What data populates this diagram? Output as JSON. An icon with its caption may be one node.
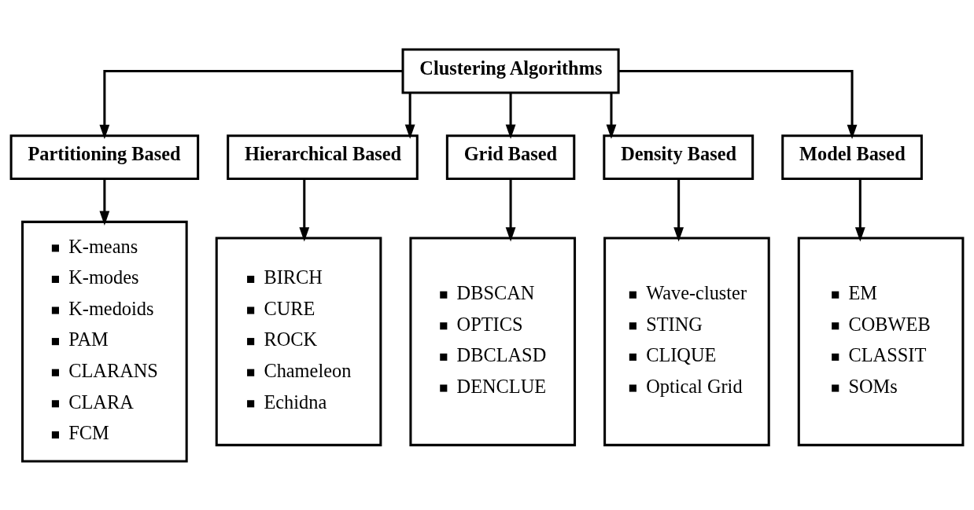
{
  "diagram": {
    "nodes": [
      {
        "text": [
          "Clustering Algorithms"
        ]
      },
      {
        "text": [
          "Partitioning Based"
        ]
      },
      {
        "text": [
          "Hierarchical Based"
        ]
      },
      {
        "text": [
          "Grid Based"
        ]
      },
      {
        "text": [
          "Density Based"
        ]
      },
      {
        "text": [
          "Model Based"
        ]
      },
      {
        "text": [
          "K-means",
          "K-modes",
          "K-medoids",
          "PAM",
          "CLARANS",
          "CLARA",
          "FCM"
        ]
      },
      {
        "text": [
          "BIRCH",
          "CURE",
          "ROCK",
          "Chameleon",
          "Echidna"
        ]
      },
      {
        "text": [
          "DBSCAN",
          "OPTICS",
          "DBCLASD",
          "DENCLUE"
        ]
      },
      {
        "text": [
          "Wave-cluster",
          "STING",
          "CLIQUE",
          "Optical Grid"
        ]
      },
      {
        "text": [
          "EM",
          "COBWEB",
          "CLASSIT",
          "SOMs"
        ]
      }
    ],
    "edges": [
      {
        "from": 0,
        "to": 1,
        "arrow": "to"
      },
      {
        "from": 0,
        "to": 2,
        "arrow": "to"
      },
      {
        "from": 0,
        "to": 3,
        "arrow": "to"
      },
      {
        "from": 0,
        "to": 4,
        "arrow": "to"
      },
      {
        "from": 0,
        "to": 5,
        "arrow": "to"
      },
      {
        "from": 1,
        "to": 6,
        "arrow": "to"
      },
      {
        "from": 2,
        "to": 7,
        "arrow": "to"
      },
      {
        "from": 3,
        "to": 8,
        "arrow": "to"
      },
      {
        "from": 4,
        "to": 9,
        "arrow": "to"
      },
      {
        "from": 5,
        "to": 10,
        "arrow": "to"
      }
    ]
  }
}
